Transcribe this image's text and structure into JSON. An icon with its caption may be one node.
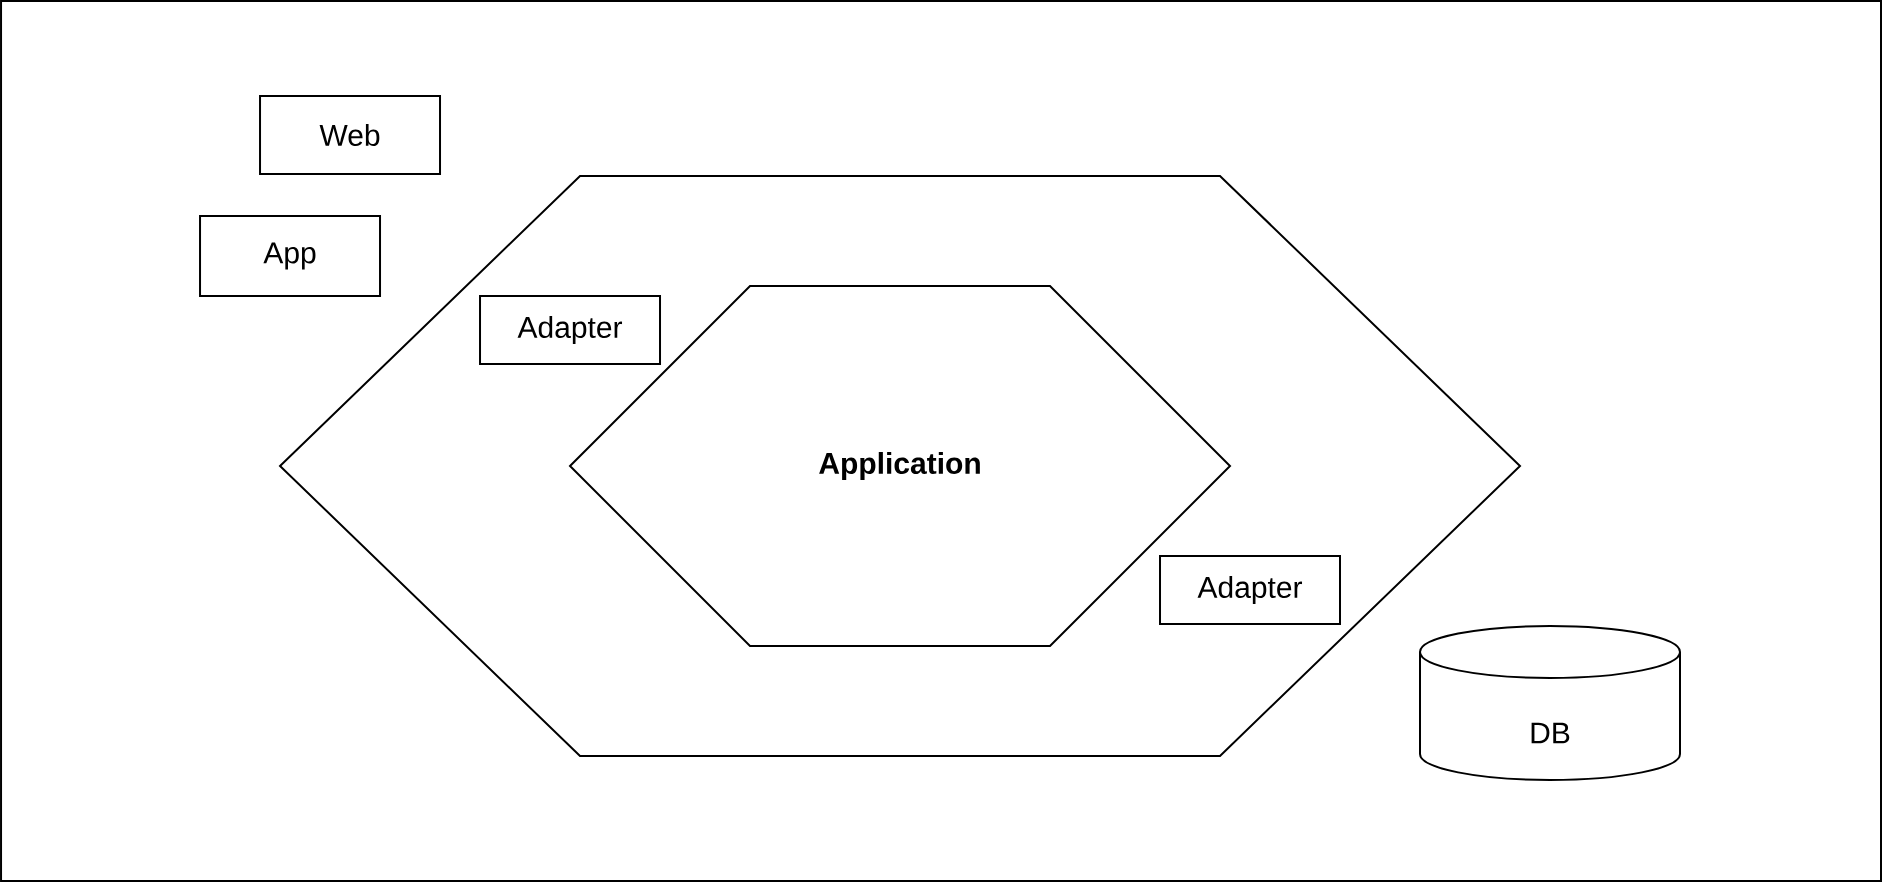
{
  "diagram": {
    "nodes": [
      {
        "text": [
          "Web"
        ]
      },
      {
        "text": [
          "App"
        ]
      },
      {
        "text": [],
        "shape": "hexagon"
      },
      {
        "text": [
          "Adapter"
        ],
        "in": 2
      },
      {
        "text": [
          "Application"
        ],
        "in": 2
      },
      {
        "text": [
          "Adapter"
        ],
        "in": 2
      },
      {
        "text": [
          "DB"
        ]
      }
    ]
  }
}
